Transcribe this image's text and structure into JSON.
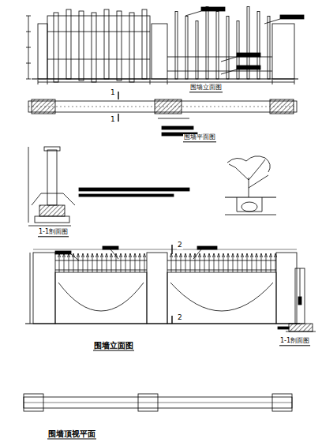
{
  "diagram": {
    "labels": [
      "围墙立面图",
      "围墙平面图",
      "1",
      "1",
      "1-1剖面图",
      "围墙立面图",
      "2",
      "2",
      "1-1剖面图",
      "围墙顶视平面"
    ]
  }
}
